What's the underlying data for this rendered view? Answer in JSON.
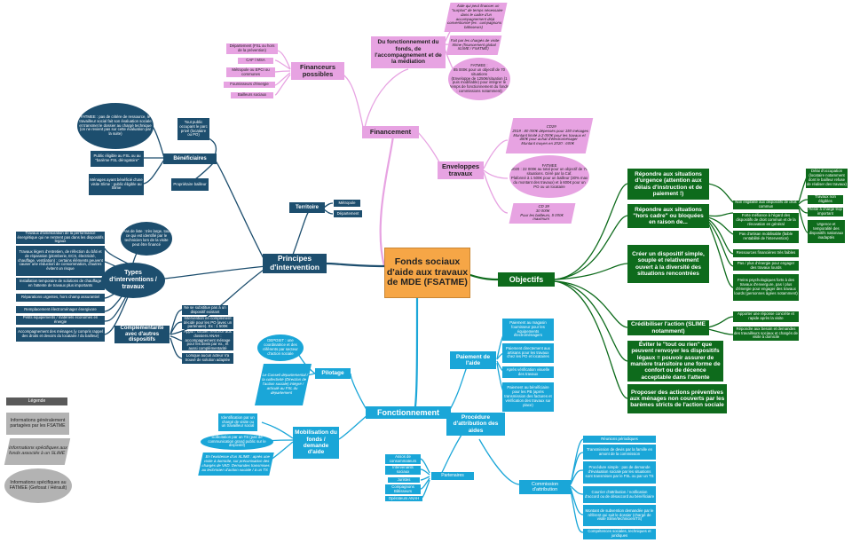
{
  "center": "Fonds sociaux d'aide aux travaux de MDE (FSATME)",
  "financement": {
    "label": "Financement",
    "fond": {
      "label": "Du fonctionnement du fonds, de l'accompagnement et de la médiation",
      "items": [
        "Aide qui peut financer un \"surplus\" de temps nécessaire dans le cadre d'un accompagnement déjà conventionné (ex : compagnons bâtisseurs)",
        "Fait par les chargés de visite Slime (financement global SLIME / FSATME)",
        "FATMEE :\n85 000€ pour un objectif de 70 situations\n(Enveloppe de 1250€/situation (1 puis modifiable) pour intégrer le temps de fonctionnement du fonds : commissions notamment)"
      ]
    },
    "financeurs": {
      "label": "Financeurs possibles",
      "items": [
        "Département (FSL ou hors de la prévention)",
        "CAF / MSA",
        "Métropole ou EPCI ou communes",
        "Fournisseurs d'énergie",
        "Bailleurs sociaux"
      ]
    },
    "enveloppes": {
      "label": "Enveloppes travaux",
      "items": [
        "CD29\n2019 : 80 000€ dépensés pour 150 ménages\nMontant limité à 2 000€ pour les travaux et 450€ pour achat d'électroménager\nMontant moyen en 2020 : 600€",
        "FATMEE\n2020 : 22 000€ au total pour un objectif de 70 situations. Géré par la Caf.\nPlafonné à 1 500€ pour un bailleur (30% max du montant des travaux) et à 600€ pour un PO ou un locataire",
        "CD 39\n30 000€\nPour les bailleurs, 5 000€ maximum"
      ]
    }
  },
  "objectifs": {
    "label": "Objectifs",
    "items": [
      "Répondre aux situations d'urgence (attention aux délais d'instruction et de paiement !)",
      "Répondre aux situations \"hors cadre\" ou bloquées en raison de...",
      "Créer un dispositif simple, souple et relativement ouvert à la diversité des situations rencontrées",
      "Crédibiliser l'action (SLIME notamment)",
      "Éviter le \"tout ou rien\" que peuvent renvoyer les dispositifs légaux = pouvoir assurer de manière transitoire une forme de confort ou de décence acceptable dans l'attente",
      "Proposer des actions préventives aux ménages non couverts par les barèmes stricts de l'action sociale"
    ],
    "urgence_details": [
      "Délai d'occupation (locataire notamment dont le bailleur refuse de réaliser des travaux)",
      "Travaux non éligibles",
      "Reste à charge trop important",
      "Urgence et temporalité des dispositifs nationaux inadaptés"
    ],
    "horscadre_details": [
      "Non éligibilité aux dispositifs de droit commun",
      "Forte méfiance à l'égard des dispositifs de droit commun et de la rénovation en général",
      "Pas d'artisan mobilisable (faible rentabilité de l'intervention)",
      "Ressources financières très faibles",
      "Pas / plus d'énergie pour engager des travaux lourds",
      "Freins psychologiques forts à des travaux d'envergure, pas / plus d'énergie pour engager des travaux lourds (personnes âgées notamment)"
    ],
    "credibiliser_details": [
      "Apporter une réponse concrète et rapide après la visite",
      "Répondre aux besoin et demandes des travailleurs sociaux et chargés de visite à domicile"
    ]
  },
  "principes": {
    "label": "Principes d'intervention",
    "territoire": {
      "label": "Territoire",
      "items": [
        "Métropole",
        "Département"
      ]
    },
    "beneficiaires": {
      "label": "Bénéficiaires",
      "items": [
        "FATMEE : pas de critère de ressource, le travailleur social fait son évaluation sociale et transmet le dossier au chargé technique (on ne revient pas sur cette évaluation par la suite)",
        "Public éligible au FSL ou au \"barème FSL dérogatoire\"",
        "Ménages ayant bénéficié d'une visite Slime : public éligible au Slime",
        "Tout public occupant le parc privé (locataire ou PO)",
        "Propriétaire bailleur"
      ]
    },
    "types": {
      "label": "Types d'interventions / travaux",
      "items": [
        "Pas de liste : très large, tout ce qui est identifié par le technicien lors de la visite peut être financé",
        "Travaux d'amélioration de la performance énergétique qui ne rentrent pas dans les dispositifs legaux",
        "Travaux légers d'entretien, de réfection du bâti et de réparation (plomberie, ECS, électricité, chauffage, ventilation) : certains éléments peuvent causer une réduction de consommation, d'autres évitent un risque",
        "Installation temporaire de solutions de chauffage en l'attente de travaux plus importants",
        "Réparations urgentes, hors champ assurantiel",
        "Remplacement électroménager énergivore",
        "Petits équipements / matériels économes en énergie",
        "Accompagnement des ménages (y compris rappel des droits et devoirs du locataire / du bailleur)"
      ]
    },
    "complementarite": {
      "label": "Complémentarité avec d'autres dispositifs",
      "items": [
        "Ne se substitue pas à un dispositif existant",
        "Intervention en complément décidé pour les PO (avec un partenaire). Ex : 1 500€",
        "Appui / soutien renforcé aux dossiers ANAH : accompagnement ménage pour les devis par ex., et aussi complémentarité",
        "Lorsque aucun acteur n'a trouvé de solution adaptée"
      ]
    }
  },
  "fonctionnement": {
    "label": "Fonctionnement",
    "pilotage": {
      "label": "Pilotage",
      "items": [
        "DEPOSIT : une coordinatrice et des référents par secteur d'action sociale",
        "Le Conseil départemental / la collectivité (Direction de l'action sociale) intégré / articulé au FSL du département"
      ]
    },
    "mobilisation": {
      "label": "Mobilisation du fonds / demande d'aide",
      "items": [
        "Identification par un chargé de visite ou un travailleur social",
        "Sollicitation par un TS (pas de communication grand public sur le dispositif)",
        "En l'existence d'un SLIME : après une visite à domicile, sur préconisation des chargés de VAD. Demandes transmises au technicien d'action sociale / à un TS"
      ]
    },
    "paiement": {
      "label": "Paiement de l'aide",
      "items": [
        "Paiement au magasin fournisseur pour les équipements électroménagers",
        "Paiement directement aux artisans pour les travaux chez les PO et locataires",
        "Après vérification visuelle des travaux",
        "Paiement au bénéficiaire pour les PB (après transmission des factures et vérification des travaux sur place)"
      ]
    },
    "procedure": {
      "label": "Procédure d'attribution des aides"
    },
    "partenaires": {
      "label": "Partenaires",
      "items": [
        "Assos de consommateurs",
        "Intervenants sociaux",
        "Juristes",
        "Compagnons Bâtisseurs",
        "Opérateurs ANAH"
      ]
    },
    "commission": {
      "label": "Commission d'attribution",
      "items": [
        "Réunions périodiques",
        "Transmission de devis par la famille en amont de la commission",
        "Procédure simple : pas de demande d'évaluation sociale par les situations sont transmises par le FSL ou par un TS",
        "Courrier d'attribution / notification d'accord ou de désaccord au bénéficiaire",
        "Montant de subvention demandée par le référent qui suit le dossier (chargé de visite Slime/technicien/TS)",
        "Compétences sociales, techniques et juridiques"
      ]
    }
  },
  "legend": {
    "title": "Légende",
    "items": [
      "Informations généralement partagées par les FSATME",
      "Informations spécifiques aux fonds associés à un SLIME",
      "Informations spécifiques au FATMEE (Gefosat / Hérault)"
    ]
  },
  "colors": {
    "financement": "#e7a3e2",
    "principes": "#1d4e6e",
    "objectifs": "#0e6b1c",
    "fonctionnement": "#1aa6d8",
    "center": "#f6a646",
    "legend": "#b3b3b3"
  }
}
